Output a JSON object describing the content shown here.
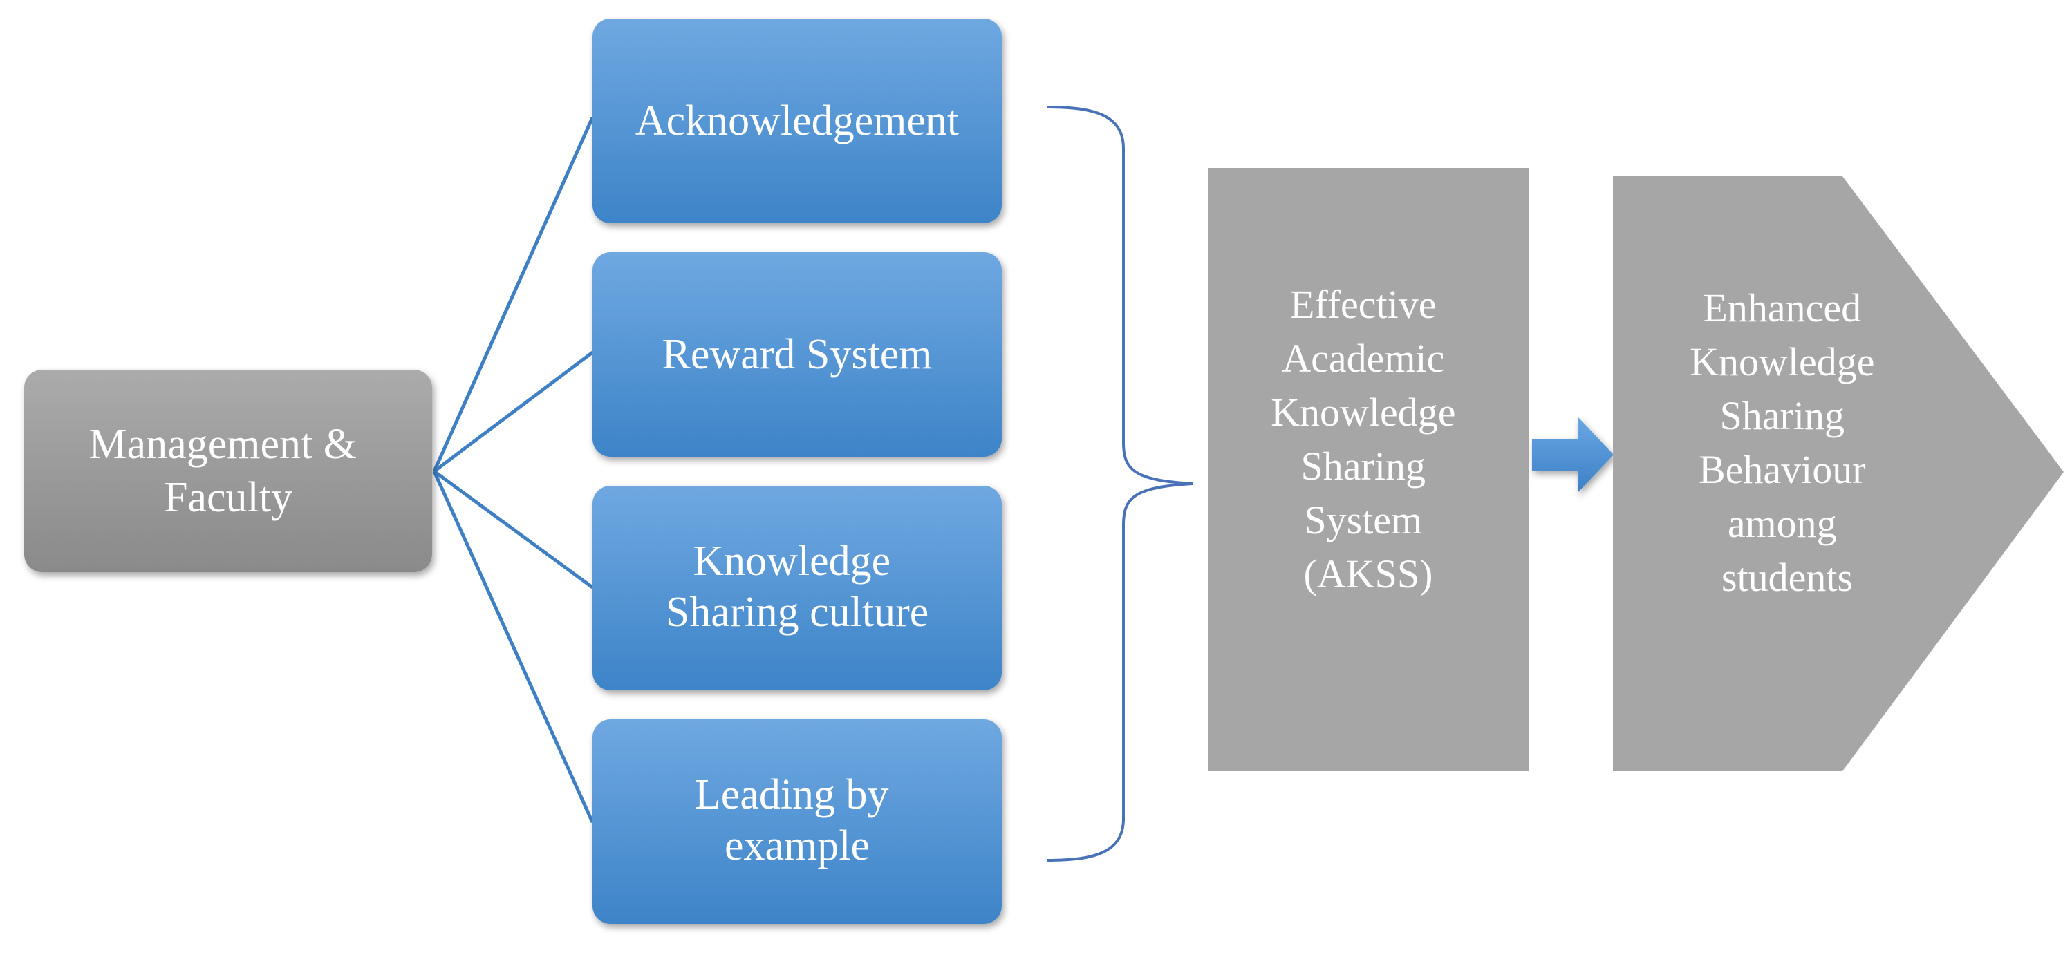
{
  "diagram": {
    "source": {
      "lines": [
        "Management &",
        "Faculty"
      ]
    },
    "factors": [
      {
        "lines": [
          "Acknowledgement"
        ]
      },
      {
        "lines": [
          "Reward System"
        ]
      },
      {
        "lines": [
          "Knowledge",
          "Sharing culture"
        ]
      },
      {
        "lines": [
          "Leading by",
          "example"
        ]
      }
    ],
    "system": {
      "lines": [
        "Effective",
        "Academic",
        "Knowledge",
        "Sharing",
        "System",
        "(AKSS)"
      ]
    },
    "outcome": {
      "lines": [
        "Enhanced",
        "Knowledge",
        "Sharing",
        "Behaviour",
        "among",
        "students"
      ]
    },
    "colors": {
      "source_fill_top": "#a6a6a6",
      "source_fill_bottom": "#8c8c8c",
      "factor_fill_top": "#6ca6e0",
      "factor_fill_bottom": "#3f86c9",
      "connector": "#3f7fc4",
      "brace": "#4a72b8",
      "gray_box": "#a6a6a6",
      "arrow": "#4a90d9",
      "text": "#ffffff"
    }
  }
}
